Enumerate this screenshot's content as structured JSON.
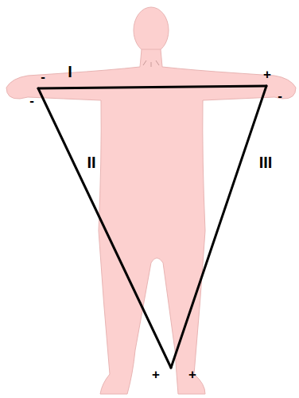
{
  "diagram": {
    "labels": [
      "-",
      "I",
      "+",
      "-",
      "-",
      "II",
      "III",
      "+",
      "+"
    ]
  }
}
